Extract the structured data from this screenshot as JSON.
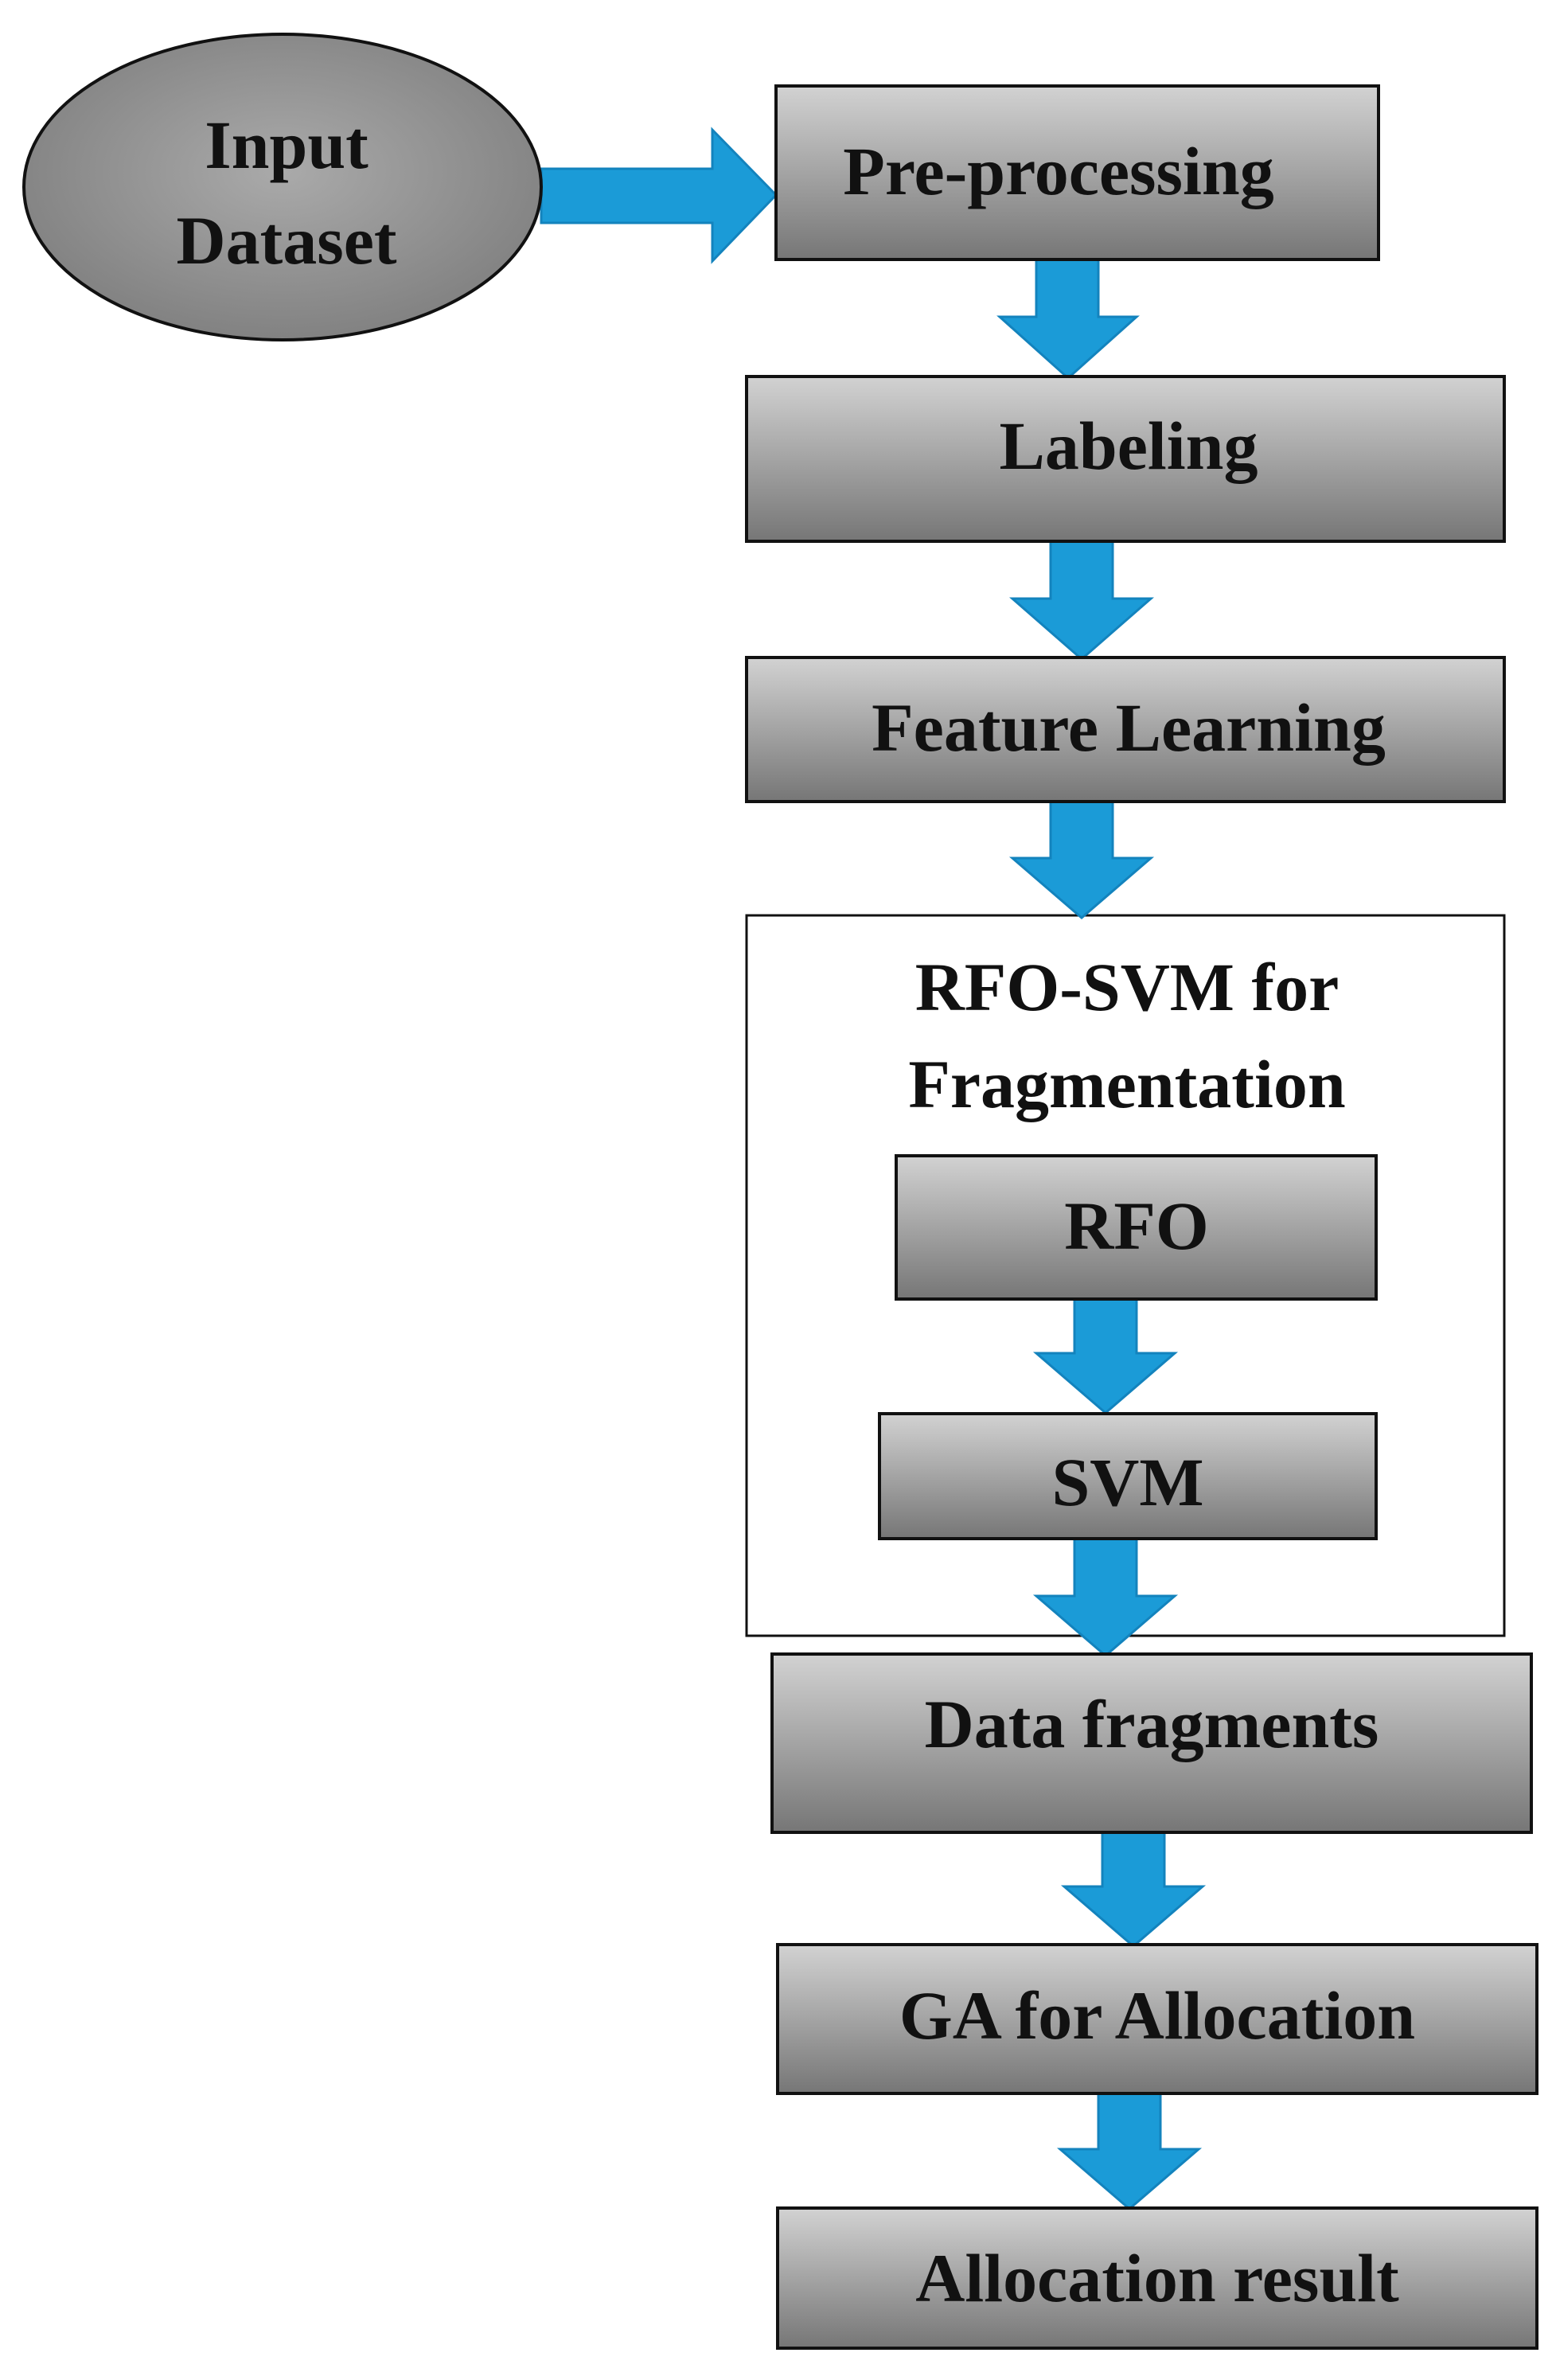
{
  "diagram": {
    "input_line1": "Input",
    "input_line2": "Dataset",
    "preprocessing": "Pre-processing",
    "labeling": "Labeling",
    "feature_learning": "Feature Learning",
    "container_line1": "RFO-SVM for",
    "container_line2": "Fragmentation",
    "rfo": "RFO",
    "svm": "SVM",
    "data_fragments": "Data fragments",
    "ga_allocation": "GA for Allocation",
    "allocation_result": "Allocation result"
  },
  "colors": {
    "arrow": "#1b9bd7",
    "arrow_edge": "#1383bd",
    "node_light": "#cdcdcd",
    "node_dark": "#7a7a7a",
    "border": "#111111"
  }
}
